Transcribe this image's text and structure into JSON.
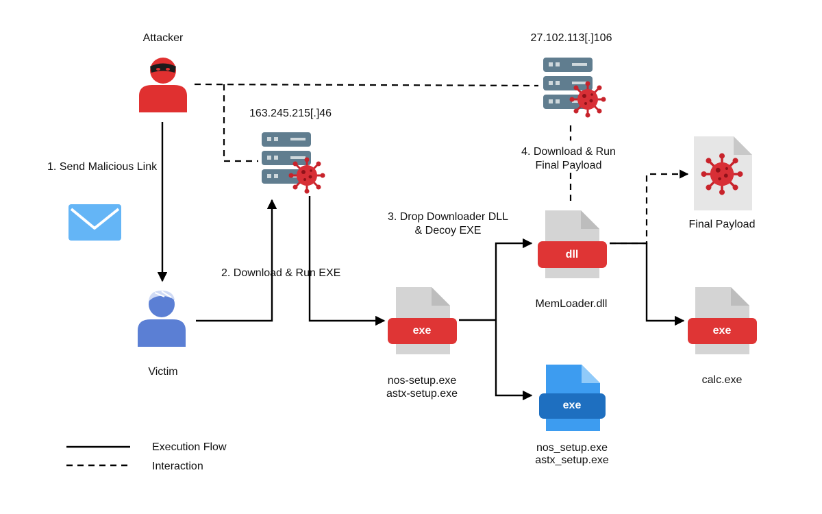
{
  "nodes": {
    "attacker": "Attacker",
    "victim": "Victim",
    "server1": "163.245.215[.]46",
    "server2": "27.102.113[.]106",
    "setup_exe": [
      "nos-setup.exe",
      "astx-setup.exe"
    ],
    "decoy_exe": [
      "nos_setup.exe",
      "astx_setup.exe"
    ],
    "memloader": "MemLoader.dll",
    "final_payload": "Final Payload",
    "calc": "calc.exe"
  },
  "steps": {
    "step1": "1. Send Malicious Link",
    "step2": "2. Download & Run EXE",
    "step3": [
      "3. Drop Downloader DLL",
      "& Decoy EXE"
    ],
    "step4": [
      "4. Download & Run",
      "Final Payload"
    ]
  },
  "file_badges": {
    "exe": "exe",
    "dll": "dll"
  },
  "legend": {
    "execution": "Execution Flow",
    "interaction": "Interaction"
  },
  "colors": {
    "attacker_red": "#e03030",
    "victim_blue": "#5b7fd4",
    "badge_red": "#df3535",
    "badge_blue": "#1e6fc0",
    "file_blue": "#3d9cf0",
    "file_gray": "#d4d4d4",
    "server_slate": "#607d8f",
    "virus_red": "#c8232b",
    "mail_blue": "#64b5f6"
  }
}
